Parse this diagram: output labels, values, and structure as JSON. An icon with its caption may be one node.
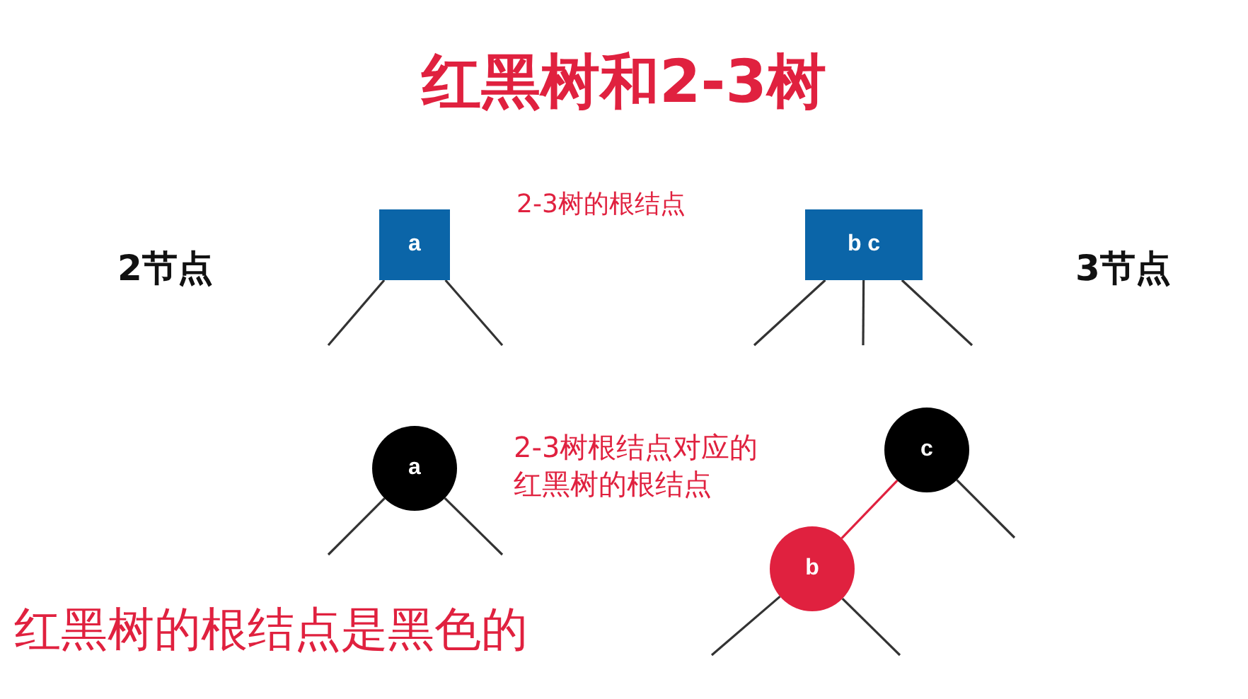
{
  "diagram": {
    "title": "红黑树和2-3树",
    "nodes": [
      {
        "text": [
          "a"
        ]
      },
      {
        "text": [
          "b c"
        ]
      },
      {
        "text": [
          "a"
        ]
      },
      {
        "text": [
          "c"
        ]
      },
      {
        "text": [
          "b"
        ]
      }
    ],
    "edges": [
      {
        "from": 0,
        "to": null,
        "arrow": "none"
      },
      {
        "from": 0,
        "to": null,
        "arrow": "none"
      },
      {
        "from": 1,
        "to": null,
        "arrow": "none"
      },
      {
        "from": 1,
        "to": null,
        "arrow": "none"
      },
      {
        "from": 1,
        "to": null,
        "arrow": "none"
      },
      {
        "from": 2,
        "to": null,
        "arrow": "none"
      },
      {
        "from": 2,
        "to": null,
        "arrow": "none"
      },
      {
        "from": 3,
        "to": 4,
        "arrow": "none",
        "color": "#e0213f"
      },
      {
        "from": 3,
        "to": null,
        "arrow": "none"
      },
      {
        "from": 4,
        "to": null,
        "arrow": "none"
      },
      {
        "from": 4,
        "to": null,
        "arrow": "none"
      }
    ],
    "labels": [
      "2-3树的根结点",
      "2节点",
      "3节点",
      "2-3树根结点对应的红黑树的根结点",
      "红黑树的根结点是黑色的"
    ]
  }
}
